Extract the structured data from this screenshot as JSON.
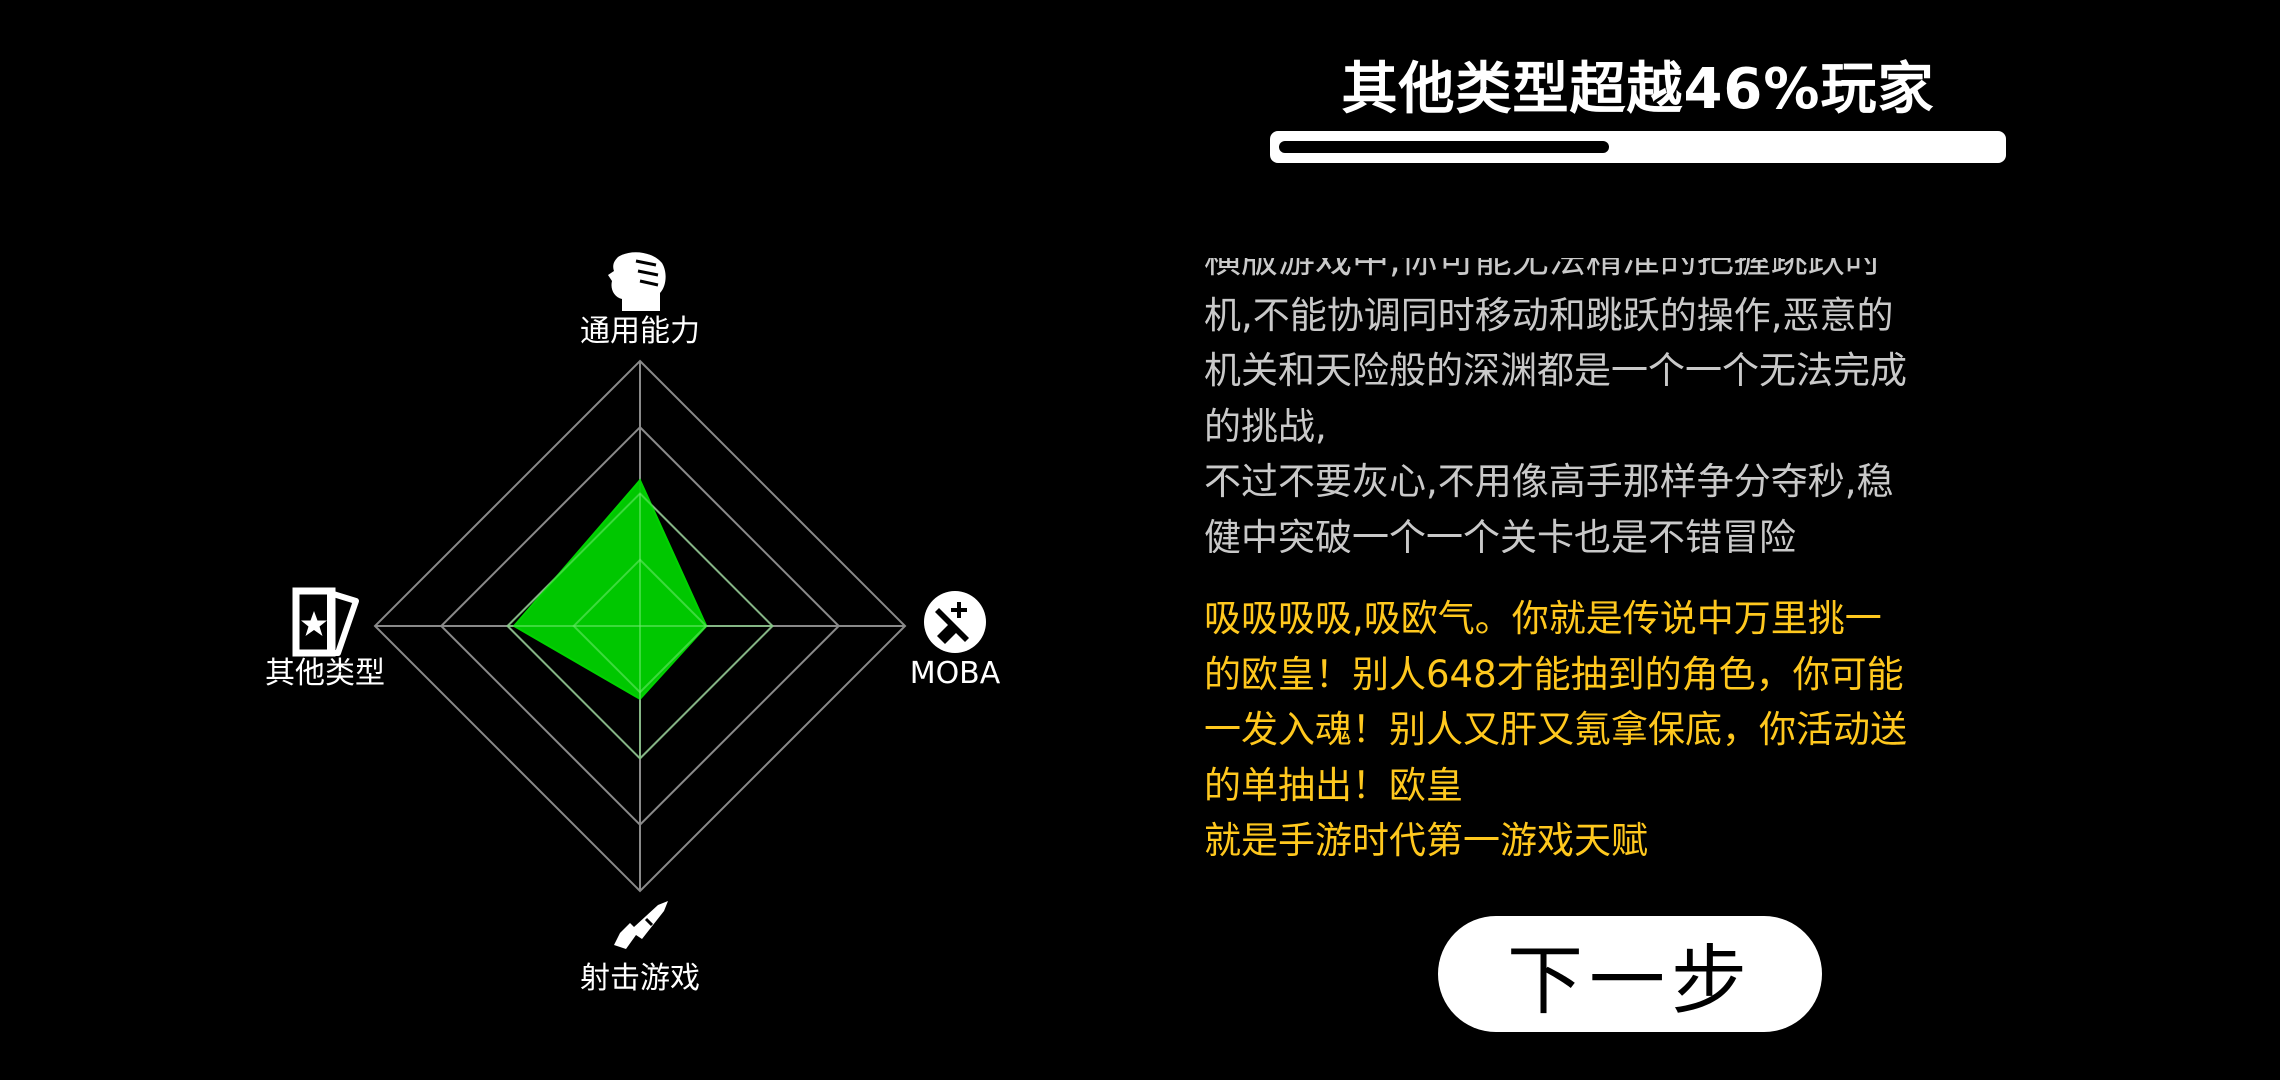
{
  "header": {
    "headline": "其他类型超越46%玩家",
    "progress_percent": 46
  },
  "description": {
    "text": "横版游戏中,你可能无法精准的把握跳跃时\n机,不能协调同时移动和跳跃的操作,恶意的\n机关和天险般的深渊都是一个一个无法完成\n的挑战,\n不过不要灰心,不用像高手那样争分夺秒,稳\n健中突破一个一个关卡也是不错冒险"
  },
  "verdict": {
    "text": "吸吸吸吸,吸欧气。你就是传说中万里挑一\n的欧皇！别人648才能抽到的角色，你可能\n一发入魂！别人又肝又氪拿保底，你活动送\n的单抽出！欧皇\n就是手游时代第一游戏天赋"
  },
  "next_button": {
    "label": "下一步"
  },
  "colors": {
    "background": "#000000",
    "radar_fill": "#00d200",
    "grid": "#8a8a8a",
    "verdict": "#ffc81e",
    "description": "#c9c9c9"
  },
  "chart_data": {
    "type": "radar",
    "axes": [
      "通用能力",
      "MOBA",
      "射击游戏",
      "其他类型"
    ],
    "axis_icons": [
      "head-profile-icon",
      "moba-sword-icon",
      "rifle-icon",
      "cards-icon"
    ],
    "rings": 4,
    "max": 4,
    "values": [
      2.2,
      1.0,
      1.1,
      1.9
    ]
  }
}
